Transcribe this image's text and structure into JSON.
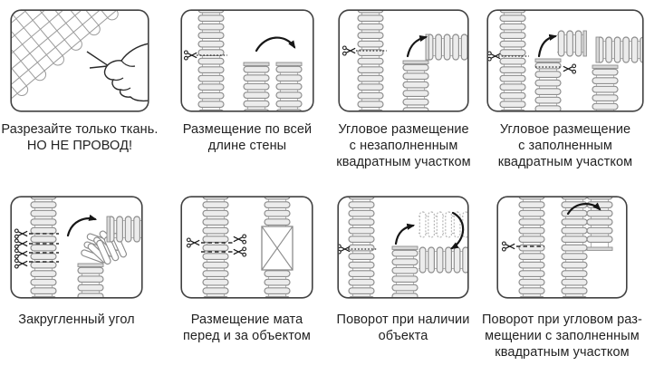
{
  "page": {
    "background": "#ffffff"
  },
  "colors": {
    "panel_border": "#414141",
    "mat_fill": "#ececec",
    "mat_stroke": "#8c8c8c",
    "rail": "#b5b5b5",
    "cap_fill": "#d8d8d8",
    "arrow": "#161616",
    "cut_line": "#2a2a2a",
    "text": "#222222"
  },
  "icons": {
    "scissors-icon": "✂",
    "curved-arrow-icon": "➤",
    "object-box-icon": "▨"
  },
  "panels": [
    {
      "id": "cut-fabric-only",
      "caption_lines": [
        "Разрезайте только ткань.",
        "НО НЕ ПРОВОД!"
      ]
    },
    {
      "id": "full-wall-length",
      "caption_lines": [
        "Размещение по всей",
        "длине стены"
      ]
    },
    {
      "id": "corner-unfilled-square",
      "caption_lines": [
        "Угловое размещение",
        "с незаполненным",
        "квадратным участком"
      ]
    },
    {
      "id": "corner-filled-square",
      "caption_lines": [
        "Угловое размещение",
        "с заполненным",
        "квадратным участком"
      ]
    },
    {
      "id": "rounded-corner",
      "caption_lines": [
        "Закругленный угол"
      ]
    },
    {
      "id": "mat-around-object",
      "caption_lines": [
        "Размещение мата",
        "перед и за объектом"
      ]
    },
    {
      "id": "turn-with-object",
      "caption_lines": [
        "Поворот при наличии",
        "объекта"
      ]
    },
    {
      "id": "turn-corner-filled",
      "caption_lines": [
        "Поворот при угловом раз-",
        "мещении с заполненным",
        "квадратным участком"
      ]
    }
  ]
}
